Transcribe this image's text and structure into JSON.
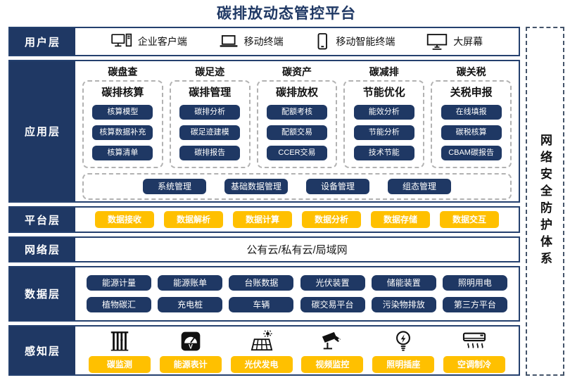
{
  "title": "碳排放动态管控平台",
  "security_box": {
    "label": "网络安全防护体系"
  },
  "colors": {
    "navy": "#1f3864",
    "yellow": "#ffc000"
  },
  "layers": {
    "user": {
      "label": "用户层",
      "items": [
        {
          "icon": "desktop-pc-icon",
          "label": "企业客户端"
        },
        {
          "icon": "laptop-icon",
          "label": "移动终端"
        },
        {
          "icon": "smartphone-icon",
          "label": "移动智能终端"
        },
        {
          "icon": "big-screen-icon",
          "label": "大屏幕"
        }
      ]
    },
    "application": {
      "label": "应用层",
      "columns": [
        {
          "header": "碳盘查",
          "subheader": "碳排核算",
          "items": [
            "核算模型",
            "核算数据补充",
            "核算清单"
          ]
        },
        {
          "header": "碳足迹",
          "subheader": "碳排管理",
          "items": [
            "碳排分析",
            "碳足迹建模",
            "碳排报告"
          ]
        },
        {
          "header": "碳资产",
          "subheader": "碳排放权",
          "items": [
            "配额考核",
            "配额交易",
            "CCER交易"
          ]
        },
        {
          "header": "碳减排",
          "subheader": "节能优化",
          "items": [
            "能效分析",
            "节能分析",
            "技术节能"
          ]
        },
        {
          "header": "碳关税",
          "subheader": "关税申报",
          "items": [
            "在线填报",
            "碳税核算",
            "CBAM碳报告"
          ]
        }
      ],
      "common_items": [
        "系统管理",
        "基础数据管理",
        "设备管理",
        "组态管理"
      ]
    },
    "platform": {
      "label": "平台层",
      "items": [
        "数据接收",
        "数据解析",
        "数据计算",
        "数据分析",
        "数据存储",
        "数据交互"
      ]
    },
    "network": {
      "label": "网络层",
      "text": "公有云/私有云/局域网"
    },
    "data": {
      "label": "数据层",
      "rows": [
        [
          "能源计量",
          "能源账单",
          "台账数据",
          "光伏装置",
          "储能装置",
          "照明用电"
        ],
        [
          "植物碳汇",
          "充电桩",
          "车辆",
          "碳交易平台",
          "污染物排放",
          "第三方平台"
        ]
      ]
    },
    "perception": {
      "label": "感知层",
      "items": [
        {
          "icon": "carbon-monitor-icon",
          "label": "碳监测"
        },
        {
          "icon": "energy-meter-icon",
          "label": "能源表计"
        },
        {
          "icon": "solar-power-icon",
          "label": "光伏发电"
        },
        {
          "icon": "cctv-camera-icon",
          "label": "视频监控"
        },
        {
          "icon": "light-socket-icon",
          "label": "照明插座"
        },
        {
          "icon": "air-conditioner-icon",
          "label": "空调制冷"
        }
      ]
    }
  }
}
